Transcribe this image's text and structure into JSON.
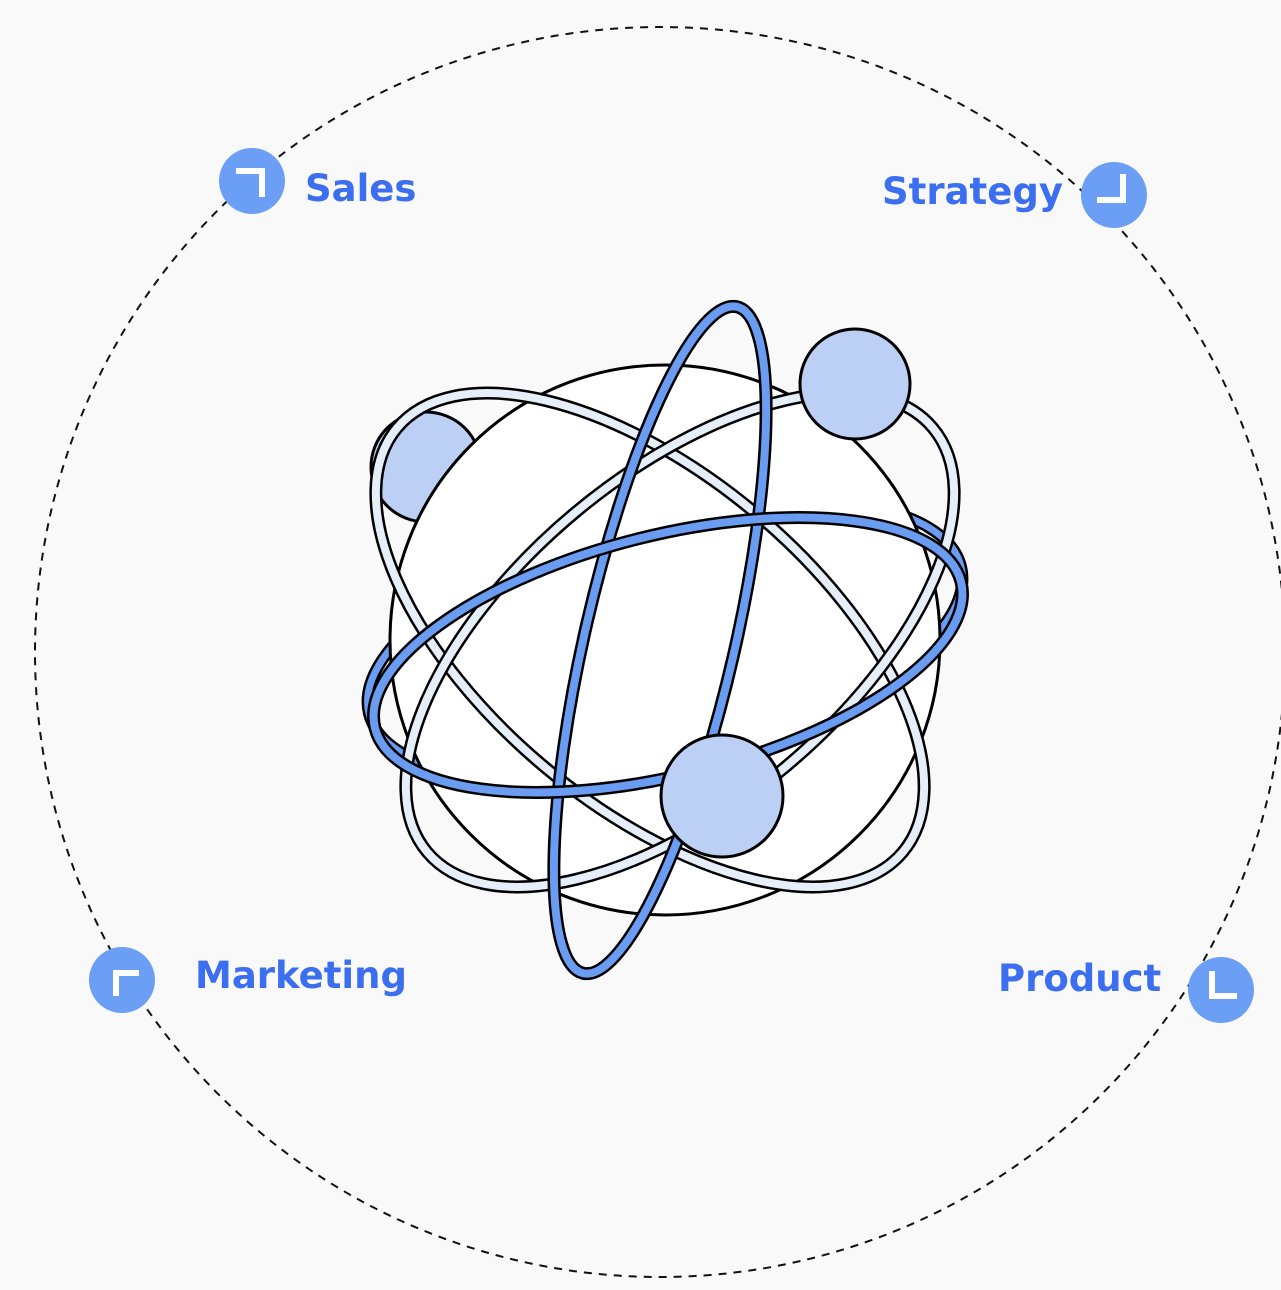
{
  "colors": {
    "accent": "#3c6ef0",
    "badge": "#6b9ff5",
    "orbit_blue": "#6a9cf2",
    "orbit_pale": "#e6eef9",
    "node_fill": "#bcd0f5",
    "outline": "#000000",
    "background": "#f9f9f9"
  },
  "categories": [
    {
      "id": "sales",
      "label": "Sales",
      "icon": "corner-top-right-icon"
    },
    {
      "id": "strategy",
      "label": "Strategy",
      "icon": "corner-bottom-right-icon"
    },
    {
      "id": "marketing",
      "label": "Marketing",
      "icon": "corner-top-left-icon"
    },
    {
      "id": "product",
      "label": "Product",
      "icon": "corner-bottom-left-icon"
    }
  ]
}
